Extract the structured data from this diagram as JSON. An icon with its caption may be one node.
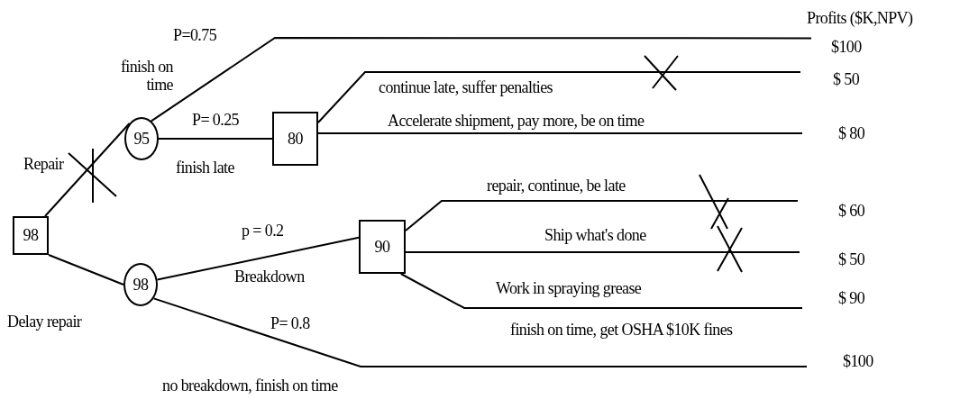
{
  "diagram": {
    "nodes": [
      {
        "text": [
          "98"
        ]
      },
      {
        "text": [
          "95"
        ]
      },
      {
        "text": [
          "80"
        ]
      },
      {
        "text": [
          "98"
        ]
      },
      {
        "text": [
          "90"
        ]
      },
      {
        "text": [
          "$100"
        ]
      },
      {
        "text": [
          "$ 50"
        ]
      },
      {
        "text": [
          "$ 80"
        ]
      },
      {
        "text": [
          "$ 60"
        ]
      },
      {
        "text": [
          "$ 50"
        ]
      },
      {
        "text": [
          "$ 90"
        ]
      },
      {
        "text": [
          "$100"
        ]
      }
    ],
    "edges": [
      {
        "from": 0,
        "to": 1,
        "arrow": "none",
        "label": "Repair"
      },
      {
        "from": 1,
        "to": 5,
        "arrow": "none",
        "label": "finish on time"
      },
      {
        "from": 1,
        "to": 2,
        "arrow": "none",
        "label": "finish late"
      },
      {
        "from": 2,
        "to": 6,
        "arrow": "none",
        "label": "continue late, suffer penalties"
      },
      {
        "from": 2,
        "to": 7,
        "arrow": "none",
        "label": "Accelerate shipment, pay more, be on time"
      },
      {
        "from": 0,
        "to": 3,
        "arrow": "none",
        "label": "Delay repair"
      },
      {
        "from": 3,
        "to": 4,
        "arrow": "none",
        "label": "Breakdown"
      },
      {
        "from": 3,
        "to": 11,
        "arrow": "none",
        "label": "no breakdown, finish on time"
      },
      {
        "from": 4,
        "to": 8,
        "arrow": "none",
        "label": "repair, continue, be late"
      },
      {
        "from": 4,
        "to": 9,
        "arrow": "none",
        "label": "Ship what's done"
      },
      {
        "from": 4,
        "to": 10,
        "arrow": "none",
        "label": "Work in spraying grease"
      }
    ],
    "labels": [
      "Profits ($K,NPV)",
      "P=0.75",
      "P= 0.25",
      "p = 0.2",
      "P= 0.8",
      "finish on time, get OSHA $10K fines"
    ]
  }
}
